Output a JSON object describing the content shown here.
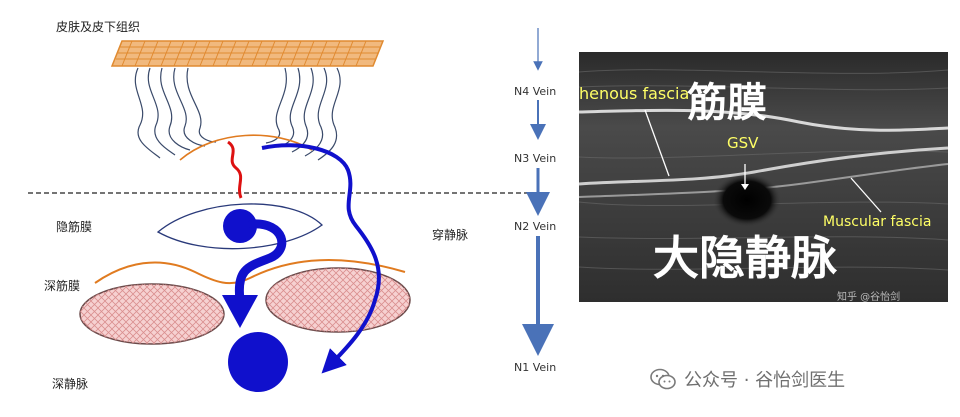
{
  "left_diagram": {
    "labels": {
      "skin": "皮肤及皮下组织",
      "saphenous_fascia": "隐筋膜",
      "deep_fascia": "深筋膜",
      "deep_vein": "深静脉",
      "perforator": "穿静脉"
    },
    "colors": {
      "vein": "#1010cc",
      "fascia": "#e07b20",
      "muscle_fill": "#f4c6c6",
      "muscle_stroke": "#6b4a4a",
      "connector": "#dd1111"
    }
  },
  "middle_column": {
    "veins": [
      "N4 Vein",
      "N3 Vein",
      "N2 Vein",
      "N1 Vein"
    ],
    "arrow_color": "#4a72b8"
  },
  "ultrasound": {
    "labels": {
      "fascia_cn": "筋膜",
      "saphenous_fascia_en": "henous fascia",
      "gsv": "GSV",
      "muscular_fascia_en": "Muscular fascia",
      "gsv_cn": "大隐静脉",
      "source_mark": "知乎 @谷怡剑"
    }
  },
  "watermark": {
    "text": "公众号 · 谷怡剑医生"
  }
}
